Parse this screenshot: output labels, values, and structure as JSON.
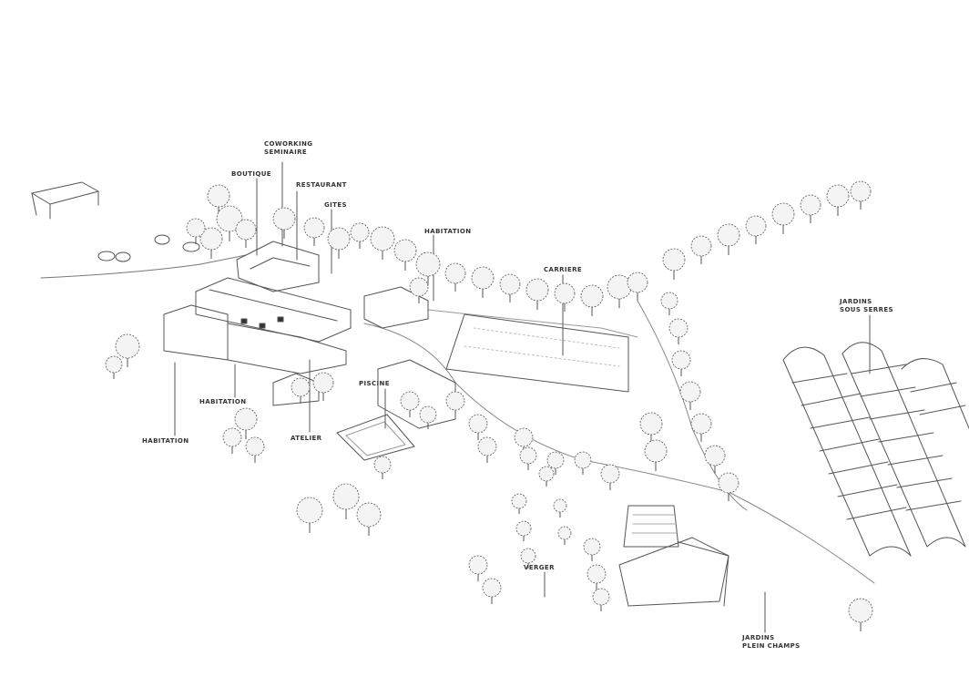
{
  "labels": {
    "coworking": [
      "COWORKING",
      "SEMINAIRE"
    ],
    "boutique": "BOUTIQUE",
    "restaurant": "RESTAURANT",
    "gites": "GITES",
    "habitation_north": "HABITATION",
    "carriere": "CARRIERE",
    "jardins_sous_serres": [
      "JARDINS",
      "SOUS SERRES"
    ],
    "piscine": "PISCINE",
    "habitation_mid": "HABITATION",
    "habitation_west": "HABITATION",
    "atelier": "ATELIER",
    "verger": "VERGER",
    "jardins_plein_champs": [
      "JARDINS",
      "PLEIN CHAMPS"
    ]
  },
  "colors": {
    "ink": "#333333",
    "line": "#555555",
    "tree_fill": "#f4f4f4"
  }
}
